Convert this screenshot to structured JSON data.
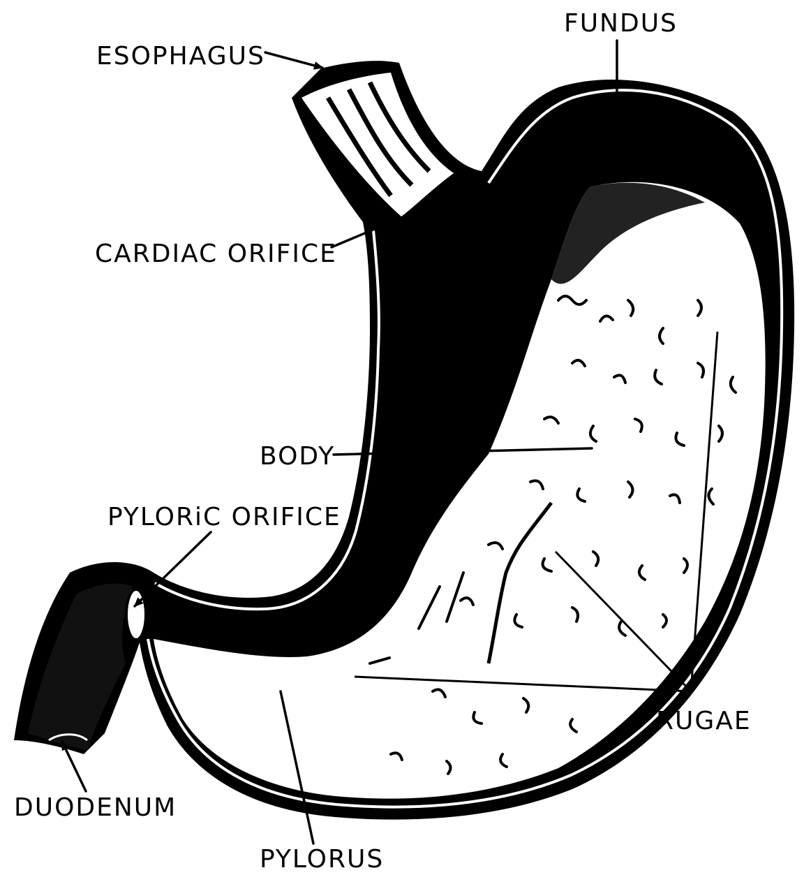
{
  "labels": {
    "esophagus": "ESOPHAGUS",
    "fundus": "FUNDUS",
    "cardiac_orifice": "CARDIAC ORIFICE",
    "body": "BODY",
    "pyloric_orifice": "PYLORiC ORIFICE",
    "rugae": "RUGAE",
    "duodenum": "DUODENUM",
    "pylorus": "PYLORUS"
  },
  "colors": {
    "ink": "#000000",
    "paper": "#ffffff"
  }
}
